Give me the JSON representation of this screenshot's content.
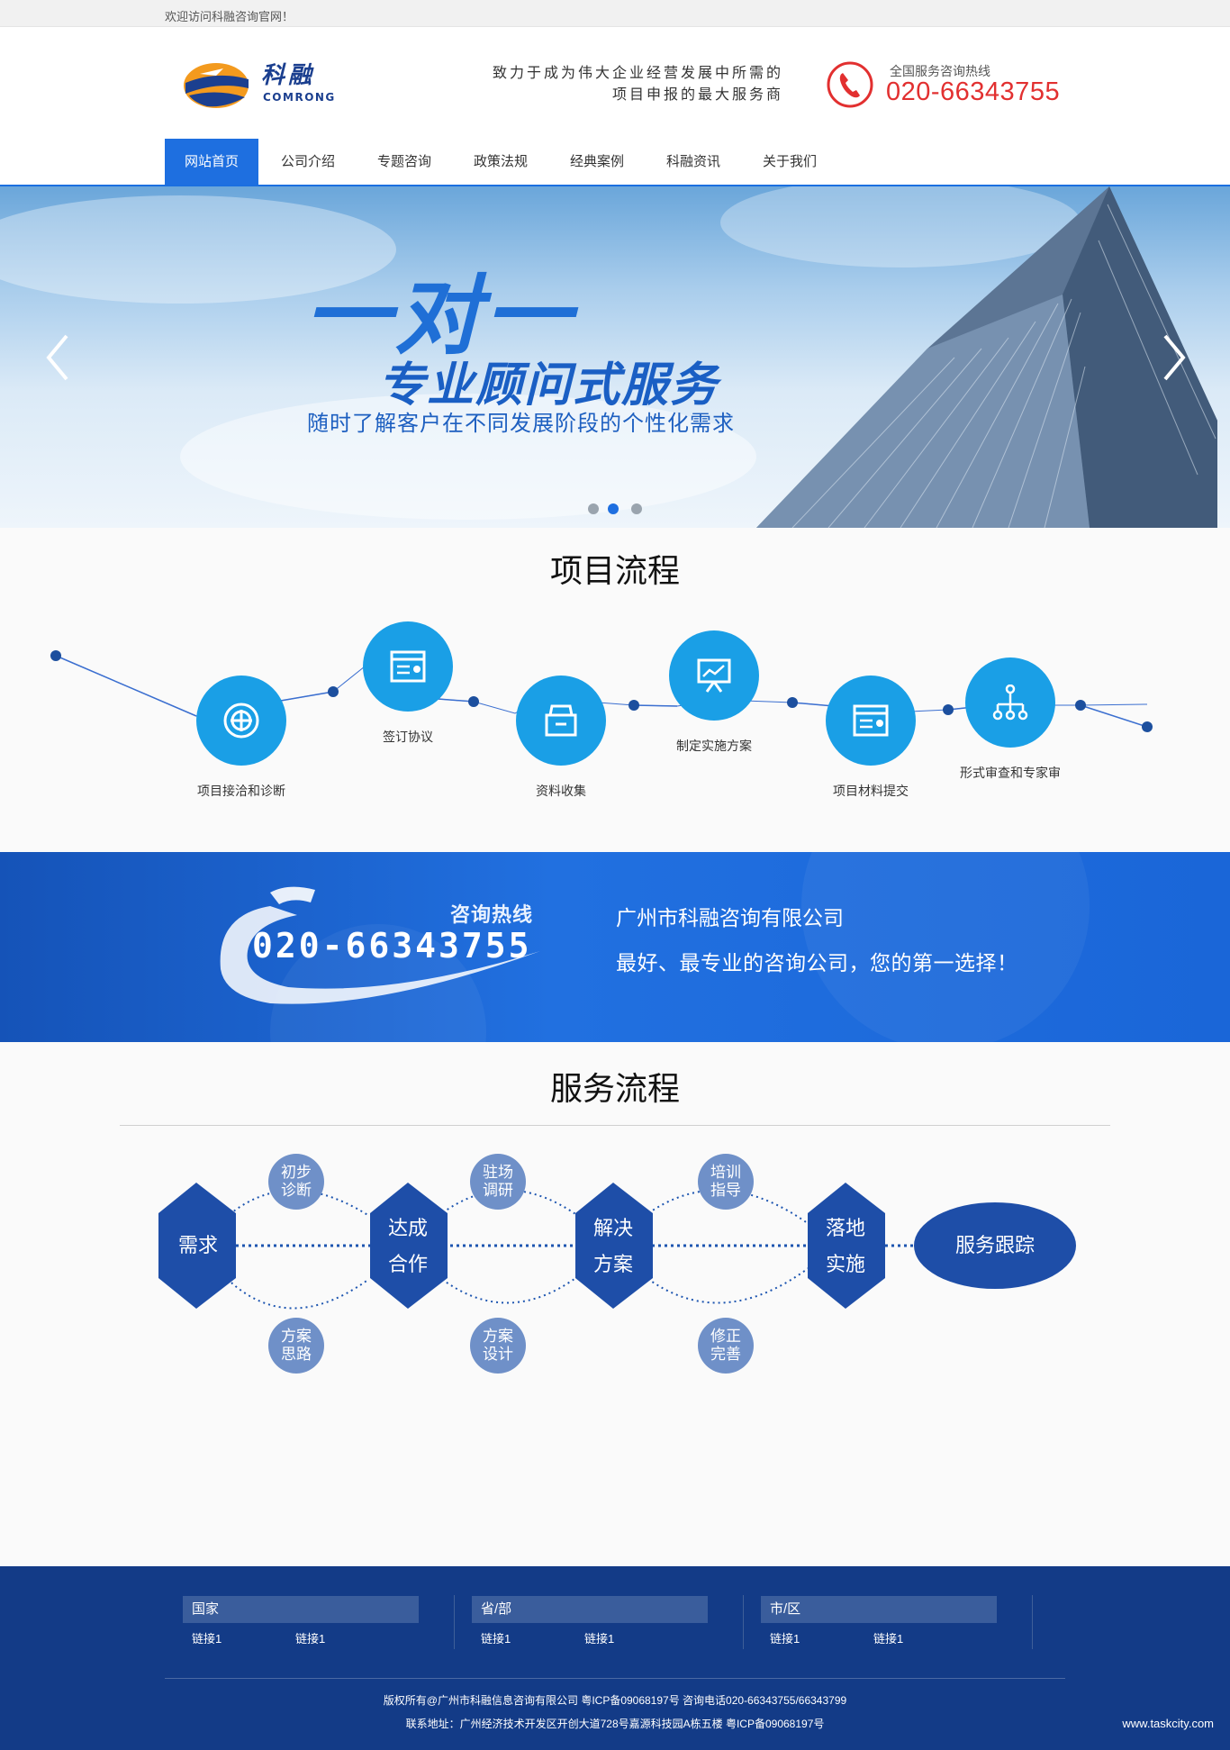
{
  "topbar": {
    "welcome": "欢迎访问科融咨询官网！"
  },
  "header": {
    "logo_cn": "科融",
    "logo_en": "COMRONG",
    "slogan_line1": "致力于成为伟大企业经营发展中所需的",
    "slogan_line2": "项目申报的最大服务商",
    "hotline_label": "全国服务咨询热线",
    "hotline_number": "020-66343755",
    "accent": "#1e6fe0",
    "hotline_color": "#e23030"
  },
  "nav": {
    "items": [
      {
        "label": "网站首页",
        "active": true
      },
      {
        "label": "公司介绍"
      },
      {
        "label": "专题咨询"
      },
      {
        "label": "政策法规"
      },
      {
        "label": "经典案例"
      },
      {
        "label": "科融资讯"
      },
      {
        "label": "关于我们"
      }
    ]
  },
  "banner": {
    "title": "一对一",
    "subtitle": "专业顾问式服务",
    "desc": "随时了解客户在不同发展阶段的个性化需求",
    "slides": 3,
    "active_slide": 2,
    "prev_icon": "chevron-left-icon",
    "next_icon": "chevron-right-icon"
  },
  "project_flow": {
    "title": "项目流程",
    "steps": [
      {
        "label": "项目接洽和诊断",
        "icon": "crosshair-icon"
      },
      {
        "label": "签订协议",
        "icon": "browser-window-icon"
      },
      {
        "label": "资料收集",
        "icon": "archive-box-icon"
      },
      {
        "label": "制定实施方案",
        "icon": "presentation-chart-icon"
      },
      {
        "label": "项目材料提交",
        "icon": "browser-window-icon"
      },
      {
        "label": "形式审查和专家审",
        "icon": "org-chart-icon"
      }
    ]
  },
  "band": {
    "label": "咨询热线",
    "number": "020-66343755",
    "company": "广州市科融咨询有限公司",
    "slogan": "最好、最专业的咨询公司，您的第一选择！"
  },
  "service_flow": {
    "title": "服务流程",
    "main": [
      "需求",
      "达成\n合作",
      "解决\n方案",
      "落地\n实施",
      "服务跟踪"
    ],
    "main_lines": [
      [
        "需求"
      ],
      [
        "达成",
        "合作"
      ],
      [
        "解决",
        "方案"
      ],
      [
        "落地",
        "实施"
      ],
      [
        "服务跟踪"
      ]
    ],
    "top": [
      [
        "初步",
        "诊断"
      ],
      [
        "驻场",
        "调研"
      ],
      [
        "培训",
        "指导"
      ]
    ],
    "bottom": [
      [
        "方案",
        "思路"
      ],
      [
        "方案",
        "设计"
      ],
      [
        "修正",
        "完善"
      ]
    ]
  },
  "footer": {
    "columns": [
      {
        "head": "国家",
        "links": [
          "链接1",
          "链接1"
        ]
      },
      {
        "head": "省/部",
        "links": [
          "链接1",
          "链接1"
        ]
      },
      {
        "head": "市/区",
        "links": [
          "链接1",
          "链接1"
        ]
      }
    ],
    "copyright": "版权所有@广州市科融信息咨询有限公司  粤ICP备09068197号  咨询电话020-66343755/66343799",
    "address": "联系地址：广州经济技术开发区开创大道728号嘉源科技园A栋五楼  粤ICP备09068197号",
    "watermark": "www.taskcity.com"
  }
}
